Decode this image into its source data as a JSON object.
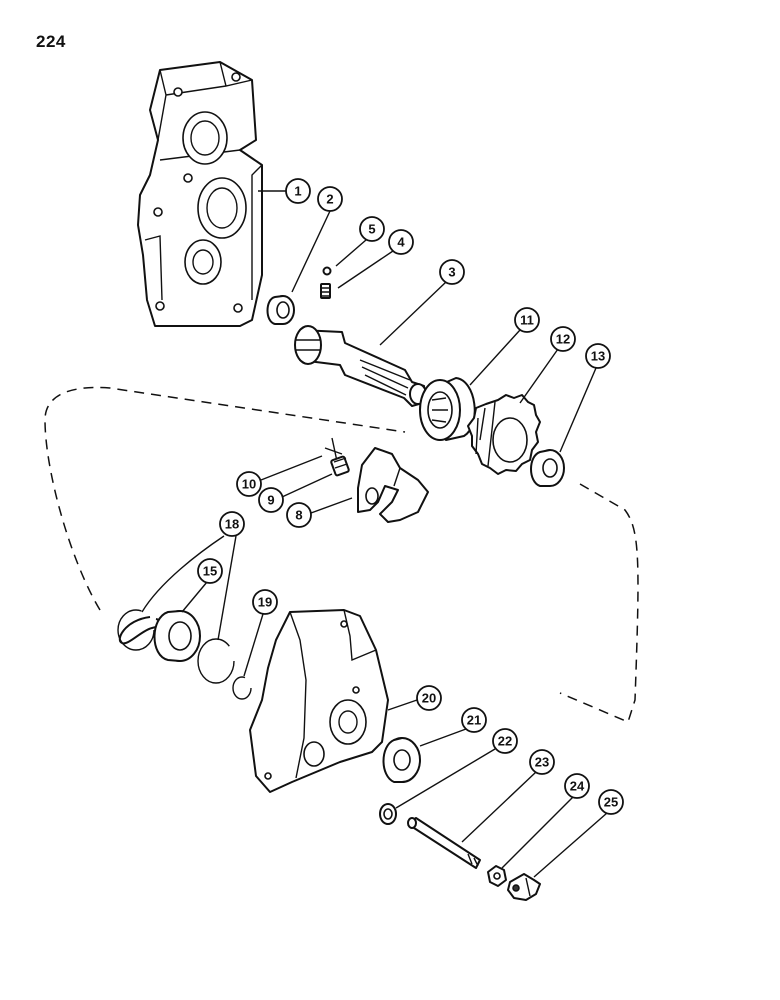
{
  "page": {
    "number": "224"
  },
  "callouts": [
    "1",
    "2",
    "3",
    "4",
    "5",
    "8",
    "9",
    "10",
    "11",
    "12",
    "13",
    "15",
    "18",
    "19",
    "20",
    "21",
    "22",
    "23",
    "24",
    "25"
  ]
}
